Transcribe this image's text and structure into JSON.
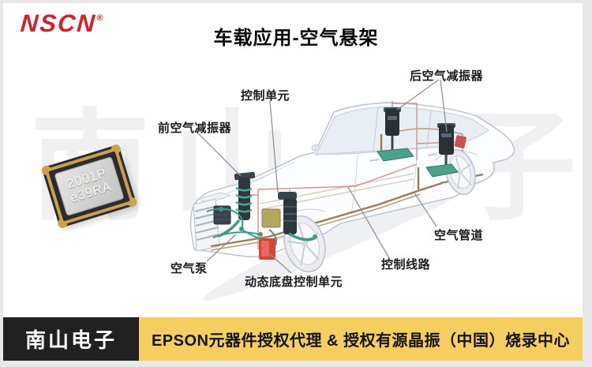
{
  "page": {
    "logo": {
      "text": "NSCN",
      "registered_mark": "®"
    },
    "title": "车载应用-空气悬架",
    "watermark": "南山电子"
  },
  "component_photo": {
    "marking_line1": "2001P",
    "marking_line2": "e39RA"
  },
  "diagram": {
    "labels": [
      {
        "id": "control-unit",
        "text": "控制单元"
      },
      {
        "id": "rear-air-shock-absorber",
        "text": "后空气减振器"
      },
      {
        "id": "front-air-shock-absorber",
        "text": "前空气减振器"
      },
      {
        "id": "air-pump",
        "text": "空气泵"
      },
      {
        "id": "dynamic-chassis-control-unit",
        "text": "动态底盘控制单元"
      },
      {
        "id": "control-line",
        "text": "控制线路"
      },
      {
        "id": "air-pipe",
        "text": "空气管道"
      }
    ]
  },
  "footer": {
    "brand": "南山电子",
    "tagline": "EPSON元器件授权代理 & 授权有源晶振（中国）烧录中心"
  },
  "colors": {
    "logo_red": "#d92027",
    "footer_black": "#212121",
    "footer_yellow": "#f5ce60",
    "suspension_teal": "#3f9b85",
    "pipe_brown": "#9b7b56",
    "control_line_pink": "#d6908f",
    "unit_red": "#d44539",
    "chip_gold": "#c9a24b"
  }
}
